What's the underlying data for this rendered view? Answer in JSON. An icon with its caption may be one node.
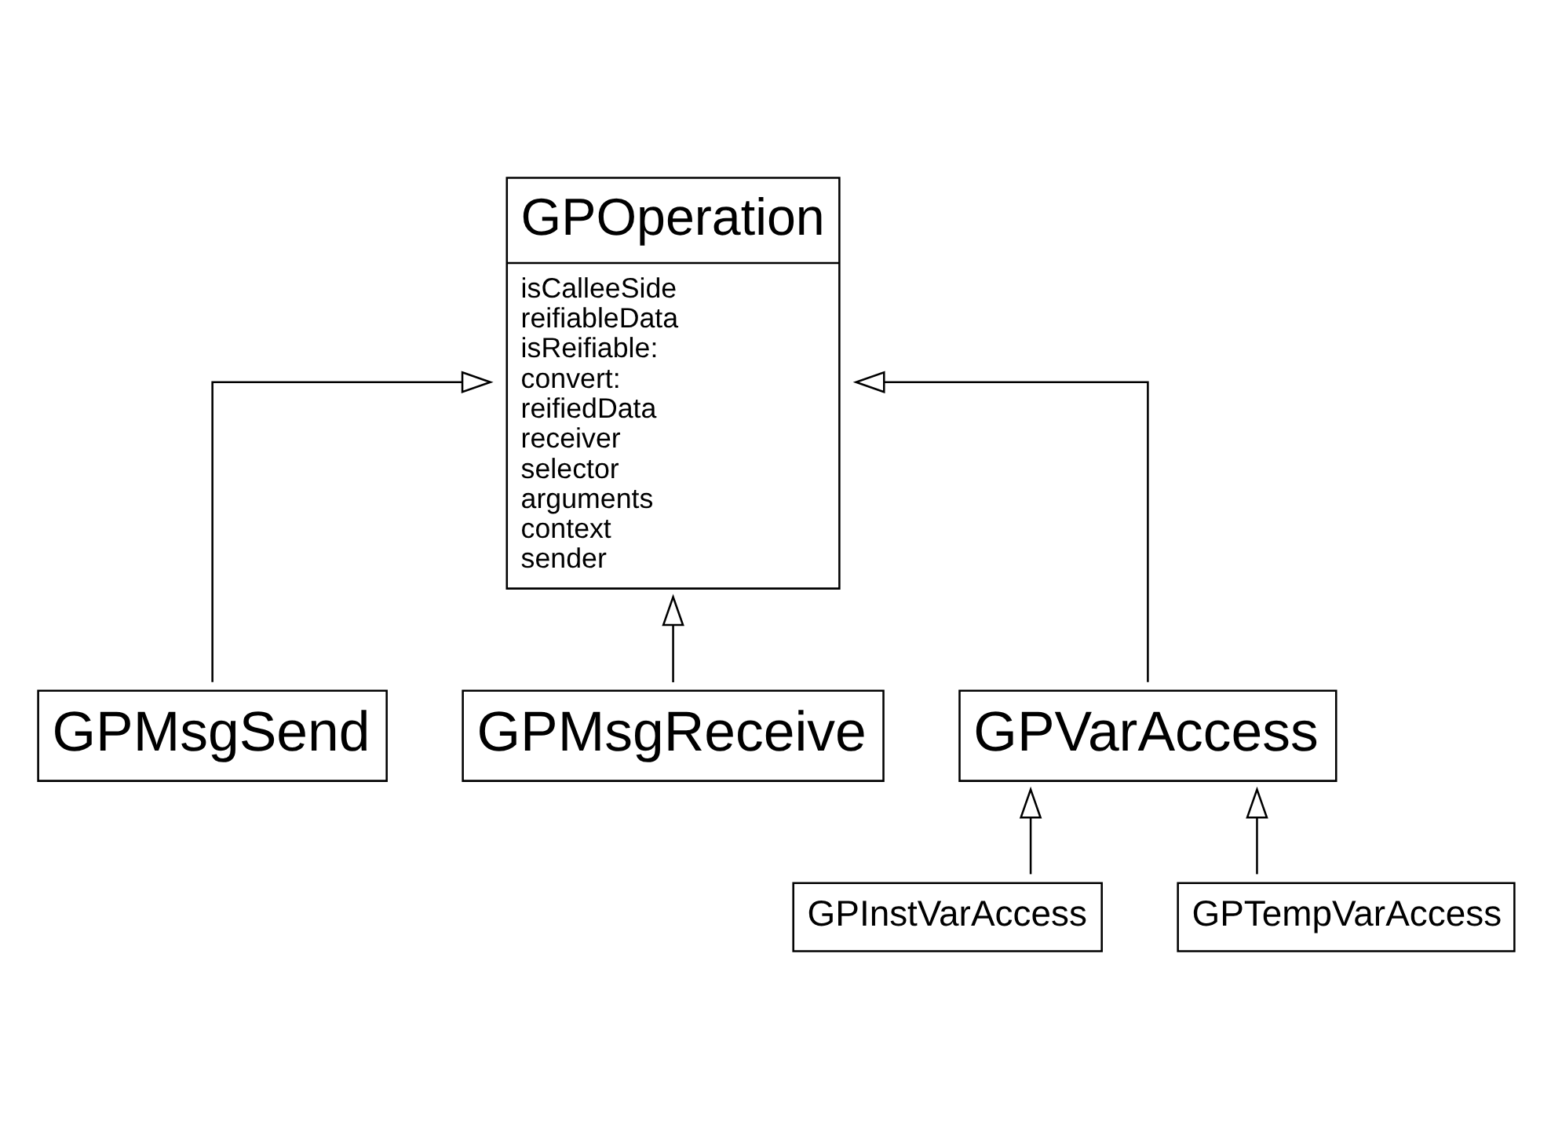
{
  "diagram": {
    "nodes": [
      {
        "text": [
          "GPOperation",
          "isCalleeSide",
          "reifiableData",
          "isReifiable:",
          "convert:",
          "reifiedData",
          "receiver",
          "selector",
          "arguments",
          "context",
          "sender"
        ]
      },
      {
        "text": [
          "GPMsgSend"
        ]
      },
      {
        "text": [
          "GPMsgReceive"
        ]
      },
      {
        "text": [
          "GPVarAccess"
        ]
      },
      {
        "text": [
          "GPInstVarAccess"
        ]
      },
      {
        "text": [
          "GPTempVarAccess"
        ]
      }
    ],
    "edges": [
      {
        "from": 1,
        "to": 0,
        "arrow": "to"
      },
      {
        "from": 2,
        "to": 0,
        "arrow": "to"
      },
      {
        "from": 3,
        "to": 0,
        "arrow": "to"
      },
      {
        "from": 4,
        "to": 3,
        "arrow": "to"
      },
      {
        "from": 5,
        "to": 3,
        "arrow": "to"
      }
    ]
  }
}
